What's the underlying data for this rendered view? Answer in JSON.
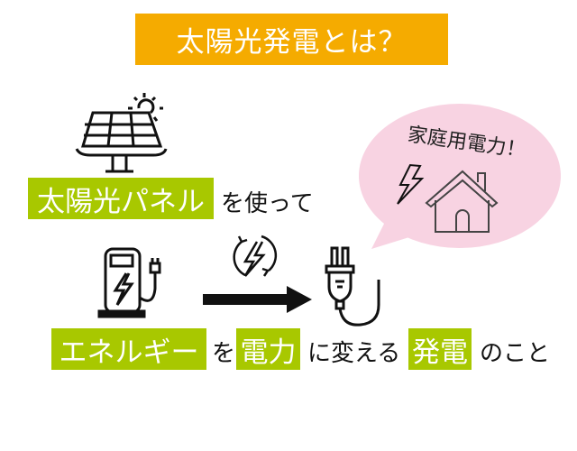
{
  "title": "太陽光発電とは？",
  "line1": {
    "highlight": "太陽光パネル",
    "rest": "を使って"
  },
  "line2": {
    "h1": "エネルギー",
    "t1": "を",
    "h2": "電力",
    "t2": "に変える",
    "h3": "発電",
    "t3": "のこと"
  },
  "bubble": {
    "text": "家庭用電力！"
  },
  "colors": {
    "title_bg": "#f5ab00",
    "highlight": "#a8c800",
    "bubble": "#f8d3e2"
  }
}
